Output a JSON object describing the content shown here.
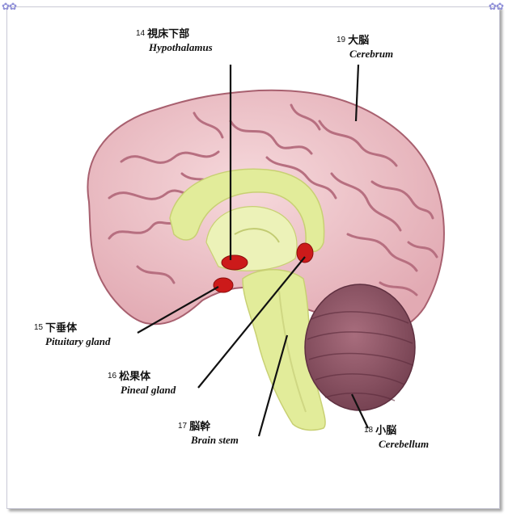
{
  "labels": [
    {
      "id": "hypothalamus",
      "number": "14",
      "japanese": "視床下部",
      "english": "Hypothalamus"
    },
    {
      "id": "cerebrum",
      "number": "19",
      "japanese": "大脳",
      "english": "Cerebrum"
    },
    {
      "id": "pituitary",
      "number": "15",
      "japanese": "下垂体",
      "english": "Pituitary gland"
    },
    {
      "id": "pineal",
      "number": "16",
      "japanese": "松果体",
      "english": "Pineal gland"
    },
    {
      "id": "brainstem",
      "number": "17",
      "japanese": "脳幹",
      "english": "Brain stem"
    },
    {
      "id": "cerebellum",
      "number": "18",
      "japanese": "小脳",
      "english": "Cerebellum"
    }
  ],
  "colors": {
    "cortex": "#ecc2c7",
    "sulci": "#b76f80",
    "inner_structures": "#e2ec9a",
    "cerebellum": "#8f5566",
    "glands": "#cc1a1a",
    "frame_border": "#c9c9d6",
    "corner_ornament": "#8f8fd8"
  }
}
